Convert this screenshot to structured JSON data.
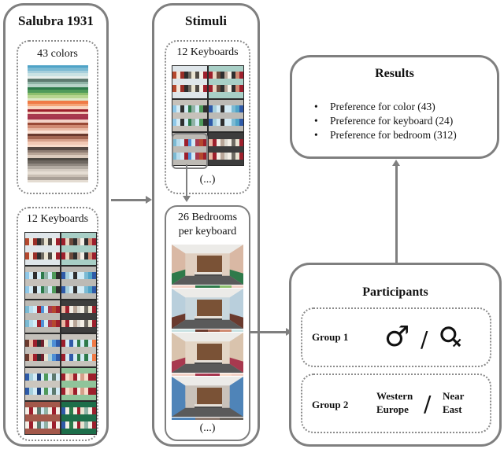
{
  "salubra": {
    "title": "Salubra 1931",
    "colors": {
      "label": "43 colors",
      "stripes": [
        "#4fa3c7",
        "#7bbad3",
        "#a6cfdc",
        "#c9e2e3",
        "#e8efec",
        "#5d7a6f",
        "#8fb3a6",
        "#b8d3c8",
        "#2d7a4a",
        "#4f9a5a",
        "#8dbf6d",
        "#b7d590",
        "#dce8c8",
        "#f07a45",
        "#f4a577",
        "#f9d6c0",
        "#9d1f2c",
        "#f0c6b8",
        "#a8394f",
        "#a6344c",
        "#f3d2c6",
        "#9a4a36",
        "#d08a72",
        "#e9b9a4",
        "#fbe0d2",
        "#6a3a2e",
        "#a36652",
        "#d6a08a",
        "#f2c9b5",
        "#f9dccb",
        "#574a44",
        "#8e7c72",
        "#b8a597",
        "#dccbbd",
        "#4f4a44",
        "#6d6760",
        "#8f8880",
        "#b3aca3",
        "#d4ccc2",
        "#e5ddd3",
        "#c9bfb4",
        "#a9a097",
        "#e4dcd2"
      ]
    },
    "keyboards": {
      "label": "12 Keyboards",
      "items": [
        {
          "bg": "#dfe6ea",
          "sw": [
            "#b5482e",
            "#f3e6d8",
            "#9a2f28",
            "#2e2e2e",
            "#6e6a62",
            "#e9e3d1",
            "#4f4a44",
            "#f4efe6",
            "#9d1f2c"
          ]
        },
        {
          "bg": "#a8cfc6",
          "sw": [
            "#9d1f2c",
            "#e9d4c1",
            "#6d4a3c",
            "#2e2e2e",
            "#b8a597",
            "#f4efe6",
            "#2e2e2e",
            "#d08a72",
            "#9d1f2c"
          ]
        },
        {
          "bg": "#c6c1ba",
          "sw": [
            "#8fc8e8",
            "#d4ebf5",
            "#2e2e2e",
            "#d4ebf5",
            "#2d7a4a",
            "#8fb3a6",
            "#d4ebf5",
            "#4f9a5a",
            "#2e2e2e"
          ]
        },
        {
          "bg": "#bcbab5",
          "sw": [
            "#2f5aa8",
            "#a6cfdc",
            "#d4ebf5",
            "#2e2e2e",
            "#d4ebf5",
            "#d4ebf5",
            "#7bbad3",
            "#4fa3c7",
            "#2f5aa8"
          ]
        },
        {
          "bg": "#bdbab4",
          "sw": [
            "#7bbad3",
            "#b7dced",
            "#d4ebf5",
            "#9d1f2c",
            "#4f8fd6",
            "#d4ebf5",
            "#a8394f",
            "#b5482e",
            "#9d1f2c"
          ]
        },
        {
          "bg": "#3d3d3d",
          "sw": [
            "#e9b9a4",
            "#9d1f2c",
            "#f4efe6",
            "#b8a597",
            "#dcd8cf",
            "#f4efe6",
            "#6e6a62",
            "#e9e3d1",
            "#9d1f2c"
          ]
        },
        {
          "bg": "#c3c0ba",
          "sw": [
            "#6a3a2e",
            "#e9b9a4",
            "#9d1f2c",
            "#2e2e2e",
            "#6d1f2c",
            "#e9e3d1",
            "#a6cfdc",
            "#4f8fd6",
            "#2f5aa8"
          ]
        },
        {
          "bg": "#c6c2bb",
          "sw": [
            "#9d1f2c",
            "#d4ebf5",
            "#2f5aa8",
            "#d4ebf5",
            "#2d7a4a",
            "#d4ebf5",
            "#2d7a4a",
            "#d4ebf5",
            "#f07a45"
          ]
        },
        {
          "bg": "#cbc6be",
          "sw": [
            "#2f5aa8",
            "#a6cfdc",
            "#d4ebf5",
            "#1e3f7a",
            "#d4ebf5",
            "#4f9a5a",
            "#d4ebf5",
            "#5d7a6f",
            "#d4ebf5"
          ]
        },
        {
          "bg": "#8fc49a",
          "sw": [
            "#9d1f2c",
            "#f9dccb",
            "#e9b9a4",
            "#9d1f2c",
            "#f4efe6",
            "#d6a08a",
            "#f9dccb",
            "#9d1f2c",
            "#9d1f2c"
          ]
        },
        {
          "bg": "#a3584a",
          "sw": [
            "#f4efe6",
            "#9d1f2c",
            "#f4efe6",
            "#5d7a6f",
            "#d4ebf5",
            "#8fb3a6",
            "#f4efe6",
            "#9d1f2c",
            "#f4efe6"
          ]
        },
        {
          "bg": "#1d6e4a",
          "sw": [
            "#2f5aa8",
            "#f4efe6",
            "#2d7a4a",
            "#f4efe6",
            "#9d1f2c",
            "#e9e3d1",
            "#8fb3a6",
            "#f4efe6",
            "#9d1f2c"
          ]
        }
      ]
    }
  },
  "stimuli": {
    "title": "Stimuli",
    "keyboards": {
      "label": "12 Keyboards",
      "ellipsis": "(...)",
      "shown_count": 6
    },
    "bedrooms": {
      "label_line1": "26 Bedrooms",
      "label_line2": "per keyboard",
      "ellipsis": "(...)",
      "items": [
        {
          "wall": "#d9b8a4",
          "dado": "#2f7a4a",
          "back": "#e0cfc0",
          "strip": [
            "#f3d2c6",
            "#f3d2c6",
            "#2f7a4a",
            "#2d7a4a",
            "#8dbf6d",
            "#f3d2c6"
          ]
        },
        {
          "wall": "#b9cfdc",
          "dado": "#6a3a2e",
          "back": "#c8d7de",
          "strip": [
            "#c9e2e3",
            "#c9e2e3",
            "#6a3a2e",
            "#a36652",
            "#d08a72",
            "#c9e2e3"
          ]
        },
        {
          "wall": "#d9c3ad",
          "dado": "#a8394f",
          "back": "#e4d6c6",
          "strip": [
            "#f3d2c6",
            "#f3d2c6",
            "#a8394f",
            "#a6344c",
            "#f9dccb",
            "#f3d2c6"
          ]
        },
        {
          "wall": "#4f84b8",
          "dado": "#4f84b8",
          "back": "#c9c2ba",
          "strip": [
            "#4f84b8",
            "#4f84b8",
            "#8e7c72",
            "#8e7c72",
            "#6d6760",
            "#6d6760"
          ]
        }
      ]
    }
  },
  "results": {
    "title": "Results",
    "items": [
      "Preference  for  color (43)",
      "Preference  for  keyboard (24)",
      "Preference  for  bedroom (312)"
    ]
  },
  "participants": {
    "title": "Participants",
    "group1": {
      "label": "Group  1",
      "male_symbol": "♂",
      "separator": "/",
      "female_symbol": "♀"
    },
    "group2": {
      "label": "Group  2",
      "left_line1": "Western",
      "left_line2": "Europe",
      "separator": "/",
      "right_line1": "Near",
      "right_line2": "East"
    }
  }
}
